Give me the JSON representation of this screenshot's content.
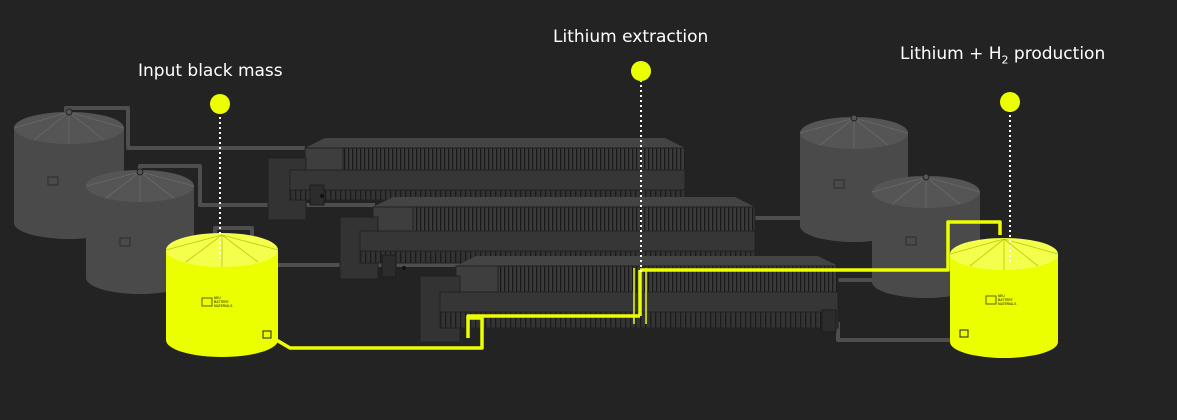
{
  "labels": {
    "input": "Input black mass",
    "extraction": "Lithium extraction",
    "production_prefix": "Lithium + H",
    "production_sub": "2",
    "production_suffix": " production"
  },
  "tank_brand": [
    "NEU",
    "BATTERY",
    "MATERIALS"
  ],
  "colors": {
    "background": "#232323",
    "accent": "#ecff00",
    "tank_grey": "#4a4a4a",
    "reactor_dark": "#363636",
    "pipe_grey": "#4e4e4e"
  }
}
